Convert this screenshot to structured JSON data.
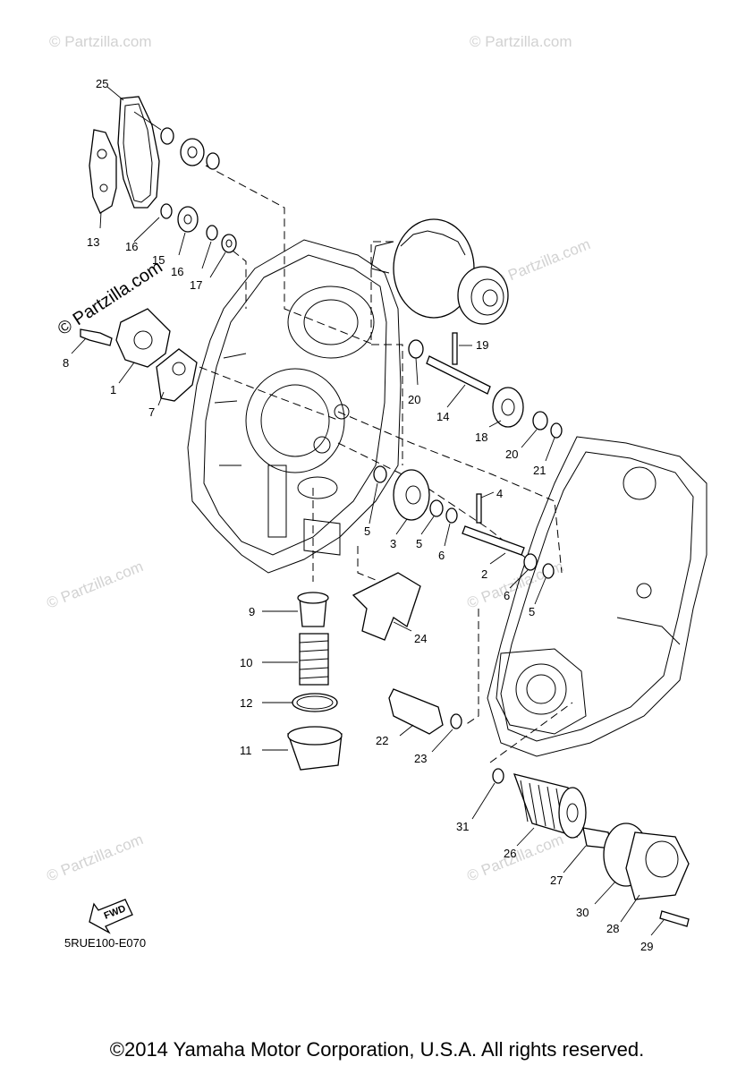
{
  "diagram": {
    "code": "5RUE100-E070",
    "fwd_label": "FWD",
    "copyright": "©2014 Yamaha Motor Corporation, U.S.A. All rights reserved.",
    "watermark": "© Partzilla.com",
    "callouts": [
      {
        "id": "c1",
        "text": "1"
      },
      {
        "id": "c2",
        "text": "2"
      },
      {
        "id": "c3",
        "text": "3"
      },
      {
        "id": "c4",
        "text": "4"
      },
      {
        "id": "c5a",
        "text": "5"
      },
      {
        "id": "c5b",
        "text": "5"
      },
      {
        "id": "c5c",
        "text": "5"
      },
      {
        "id": "c6a",
        "text": "6"
      },
      {
        "id": "c6b",
        "text": "6"
      },
      {
        "id": "c7",
        "text": "7"
      },
      {
        "id": "c8",
        "text": "8"
      },
      {
        "id": "c9",
        "text": "9"
      },
      {
        "id": "c10",
        "text": "10"
      },
      {
        "id": "c11",
        "text": "11"
      },
      {
        "id": "c12",
        "text": "12"
      },
      {
        "id": "c13",
        "text": "13"
      },
      {
        "id": "c14",
        "text": "14"
      },
      {
        "id": "c15",
        "text": "15"
      },
      {
        "id": "c16a",
        "text": "16"
      },
      {
        "id": "c16b",
        "text": "16"
      },
      {
        "id": "c17",
        "text": "17"
      },
      {
        "id": "c18",
        "text": "18"
      },
      {
        "id": "c19",
        "text": "19"
      },
      {
        "id": "c20a",
        "text": "20"
      },
      {
        "id": "c20b",
        "text": "20"
      },
      {
        "id": "c21",
        "text": "21"
      },
      {
        "id": "c22",
        "text": "22"
      },
      {
        "id": "c23",
        "text": "23"
      },
      {
        "id": "c24",
        "text": "24"
      },
      {
        "id": "c25",
        "text": "25"
      },
      {
        "id": "c26",
        "text": "26"
      },
      {
        "id": "c27",
        "text": "27"
      },
      {
        "id": "c28",
        "text": "28"
      },
      {
        "id": "c29",
        "text": "29"
      },
      {
        "id": "c30",
        "text": "30"
      },
      {
        "id": "c31",
        "text": "31"
      }
    ]
  }
}
